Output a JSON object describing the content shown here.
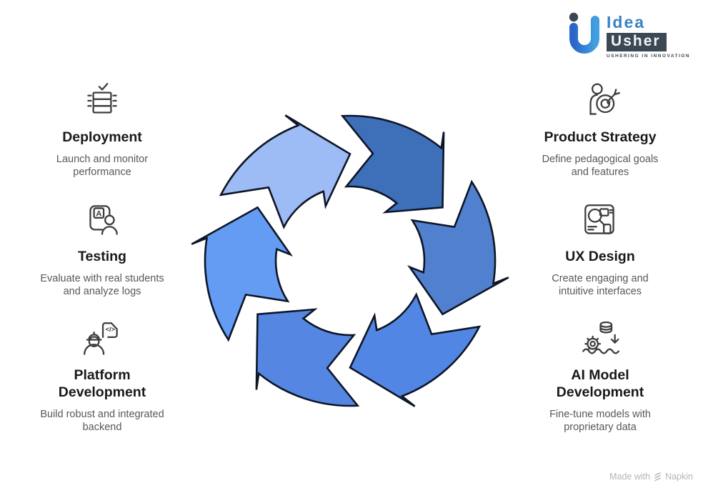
{
  "logo": {
    "idea": "Idea",
    "usher": "Usher",
    "tagline": "USHERING IN INNOVATION",
    "mark_dot_color": "#3a4651",
    "mark_gradient": [
      "#2a65c8",
      "#41a0e2"
    ],
    "usher_box_color": "#3c4852",
    "idea_text_color": "#3a82c4"
  },
  "stages": {
    "left": [
      {
        "id": "deployment",
        "icon": "server-check-icon",
        "title": "Deployment",
        "description": "Launch and monitor\nperformance"
      },
      {
        "id": "testing",
        "icon": "student-card-icon",
        "title": "Testing",
        "description": "Evaluate with real students\nand analyze logs"
      },
      {
        "id": "platform-development",
        "icon": "engineer-code-icon",
        "title": "Platform\nDevelopment",
        "description": "Build robust and integrated\nbackend"
      }
    ],
    "right": [
      {
        "id": "product-strategy",
        "icon": "person-target-icon",
        "title": "Product Strategy",
        "description": "Define pedagogical goals\nand features"
      },
      {
        "id": "ux-design",
        "icon": "wireframe-icon",
        "title": "UX Design",
        "description": "Create engaging and\nintuitive interfaces"
      },
      {
        "id": "ai-model-development",
        "icon": "gear-database-icon",
        "title": "AI Model\nDevelopment",
        "description": "Fine-tune models with\nproprietary data"
      }
    ]
  },
  "cycle": {
    "outline": "#0d1526",
    "arrows": [
      {
        "name": "left",
        "start": 237,
        "color": "#639cf2"
      },
      {
        "name": "bottom-left",
        "start": 177,
        "color": "#5587e2"
      },
      {
        "name": "bottom-right",
        "start": 117,
        "color": "#5286e4"
      },
      {
        "name": "right",
        "start": 57,
        "color": "#5181ce"
      },
      {
        "name": "top-right",
        "start": 357,
        "color": "#3e6fb9"
      },
      {
        "name": "top-left",
        "start": 297,
        "color": "#9dbbf4"
      }
    ]
  },
  "footer": {
    "made_with": "Made with",
    "brand": "Napkin"
  }
}
